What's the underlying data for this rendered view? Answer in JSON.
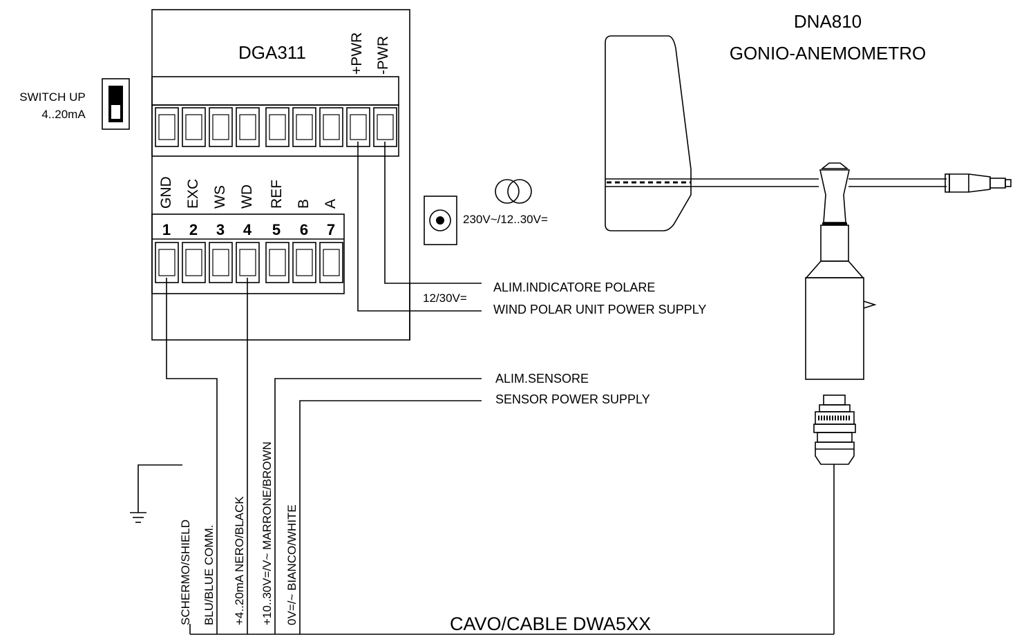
{
  "controller": {
    "model": "DGA311",
    "pwr_plus": "+PWR",
    "pwr_minus": "-PWR",
    "terminals": [
      {
        "num": "1",
        "name": "GND"
      },
      {
        "num": "2",
        "name": "EXC"
      },
      {
        "num": "3",
        "name": "WS"
      },
      {
        "num": "4",
        "name": "WD"
      },
      {
        "num": "5",
        "name": "REF"
      },
      {
        "num": "6",
        "name": "B"
      },
      {
        "num": "7",
        "name": "A"
      }
    ]
  },
  "switch": {
    "line1": "SWITCH UP",
    "line2": "4..20mA"
  },
  "transformer": {
    "label": "230V~/12..30V="
  },
  "supply": {
    "voltage": "12/30V=",
    "line1": "ALIM.INDICATORE POLARE",
    "line2": "WIND POLAR UNIT POWER SUPPLY"
  },
  "sensor_supply": {
    "line1": "ALIM.SENSORE",
    "line2": "SENSOR POWER SUPPLY"
  },
  "sensor": {
    "model": "DNA810",
    "name": "GONIO-ANEMOMETRO"
  },
  "wires": {
    "shield": "SCHERMO/SHIELD",
    "blue": "BLU/BLUE COMM.",
    "black": "+4..20mA NERO/BLACK",
    "brown": "+10..30V=/V~ MARRONE/BROWN",
    "white": "0V=/~ BIANCO/WHITE"
  },
  "cable": {
    "label": "CAVO/CABLE DWA5XX"
  }
}
